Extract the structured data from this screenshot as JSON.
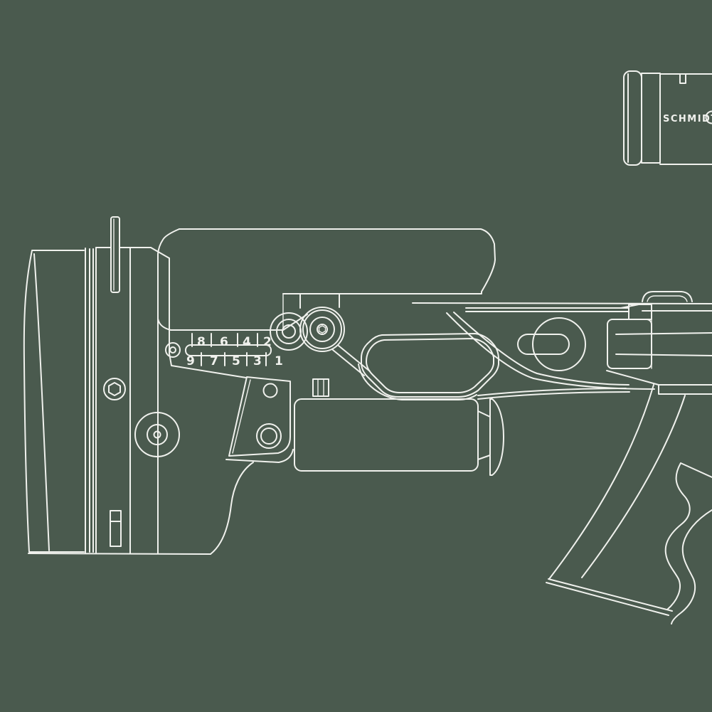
{
  "illustration": {
    "title": "Precision rifle buttstock and scope eyepiece technical line drawing",
    "colors": {
      "background": "#4a5a4e",
      "line": "#f0f1ed"
    },
    "scope": {
      "brand": "SCHMIDT",
      "logo": "partial-circle-logo"
    },
    "adjustment_scale": {
      "top_row": [
        "8",
        "6",
        "4",
        "2"
      ],
      "bottom_row": [
        "9",
        "7",
        "5",
        "3",
        "1"
      ]
    }
  }
}
